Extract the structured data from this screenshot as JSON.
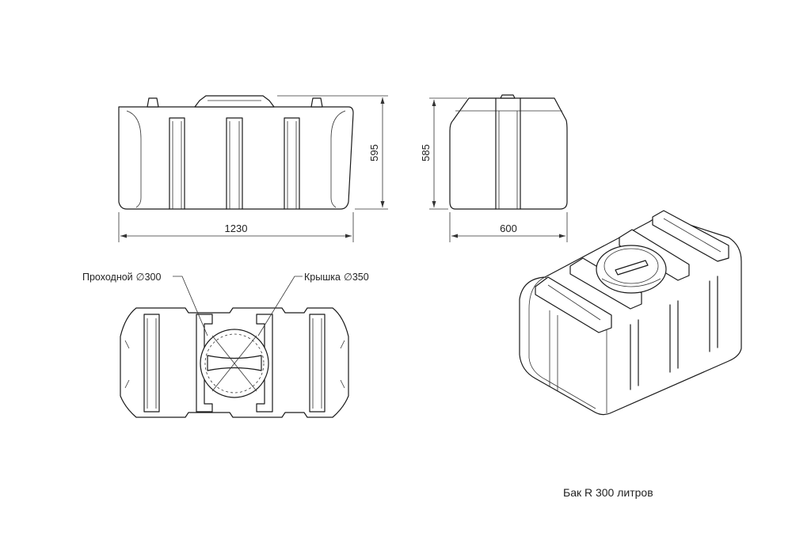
{
  "front_view": {
    "width_label": "1230",
    "height_label": "595"
  },
  "side_view": {
    "width_label": "600",
    "height_label": "585"
  },
  "top_view": {
    "hatch_label": "Проходной",
    "hatch_value": "300",
    "lid_label": "Крышка",
    "lid_value": "350",
    "diameter_symbol": "∅"
  },
  "caption": "Бак R 300 литров"
}
